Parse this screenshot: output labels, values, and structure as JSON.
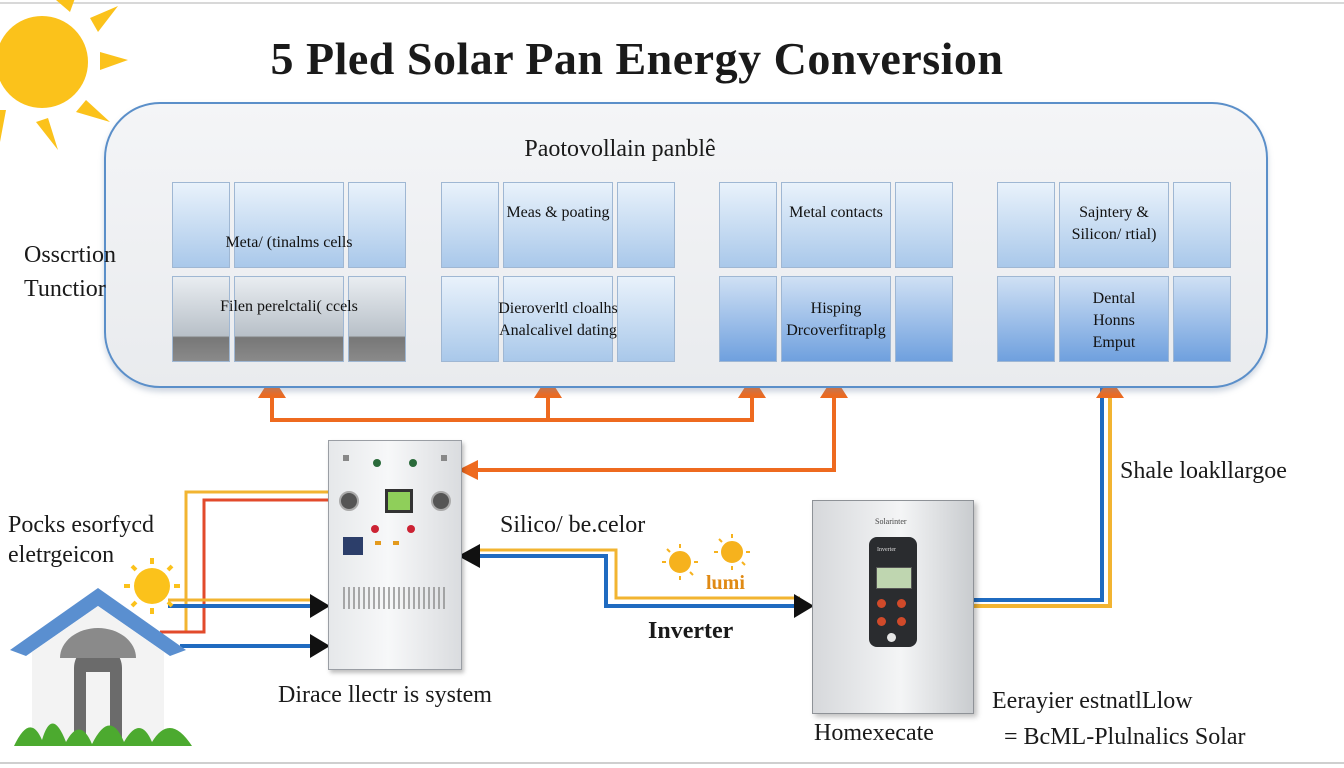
{
  "title": "5 Pled Solar Pan Energy Conversion",
  "panel": {
    "title": "Paotovollain panblê",
    "grids": [
      {
        "label": "Meta/ (tinalms cells",
        "label2": "Filen perelctali( ccels"
      },
      {
        "label": "Meas & poating",
        "label2": "Dieroverltl cloalhs\nAnalcalivel dating"
      },
      {
        "label": "Metal contacts",
        "label2": "Hisping\nDrcoverfitraplg"
      },
      {
        "label": "Sajntery &\nSilicon/ rtial)",
        "label2": "Dental\nHonns\nEmput"
      }
    ]
  },
  "labels": {
    "oscillation": "Osscrtion\nTunctior",
    "packs": "Pocks esorfycd\neletrgeicon",
    "silicon": "Silico/ be.celor",
    "lumi": "lumi",
    "inverter": "Inverter",
    "direct_system": "Dirace llectr is system",
    "shale": "Shale loakllargoe",
    "energy_flow": "Eerayier estnatlLlow",
    "home": "Homexecate",
    "bml": "= BcML-Plulnalics Solar"
  },
  "inverter_labels": {
    "top": "Solarinter",
    "panel": "Inverter"
  },
  "colors": {
    "orange_arrow": "#ee6a1f",
    "blue_wire": "#1f6bc0",
    "yellow_wire": "#f2b431",
    "red_wire": "#e24a2b",
    "sun": "#fbc21b",
    "panel_border": "#5b8fc9"
  },
  "icons": [
    "sun-icon",
    "house-icon",
    "small-sun-icon",
    "controller-device",
    "inverter-device"
  ]
}
